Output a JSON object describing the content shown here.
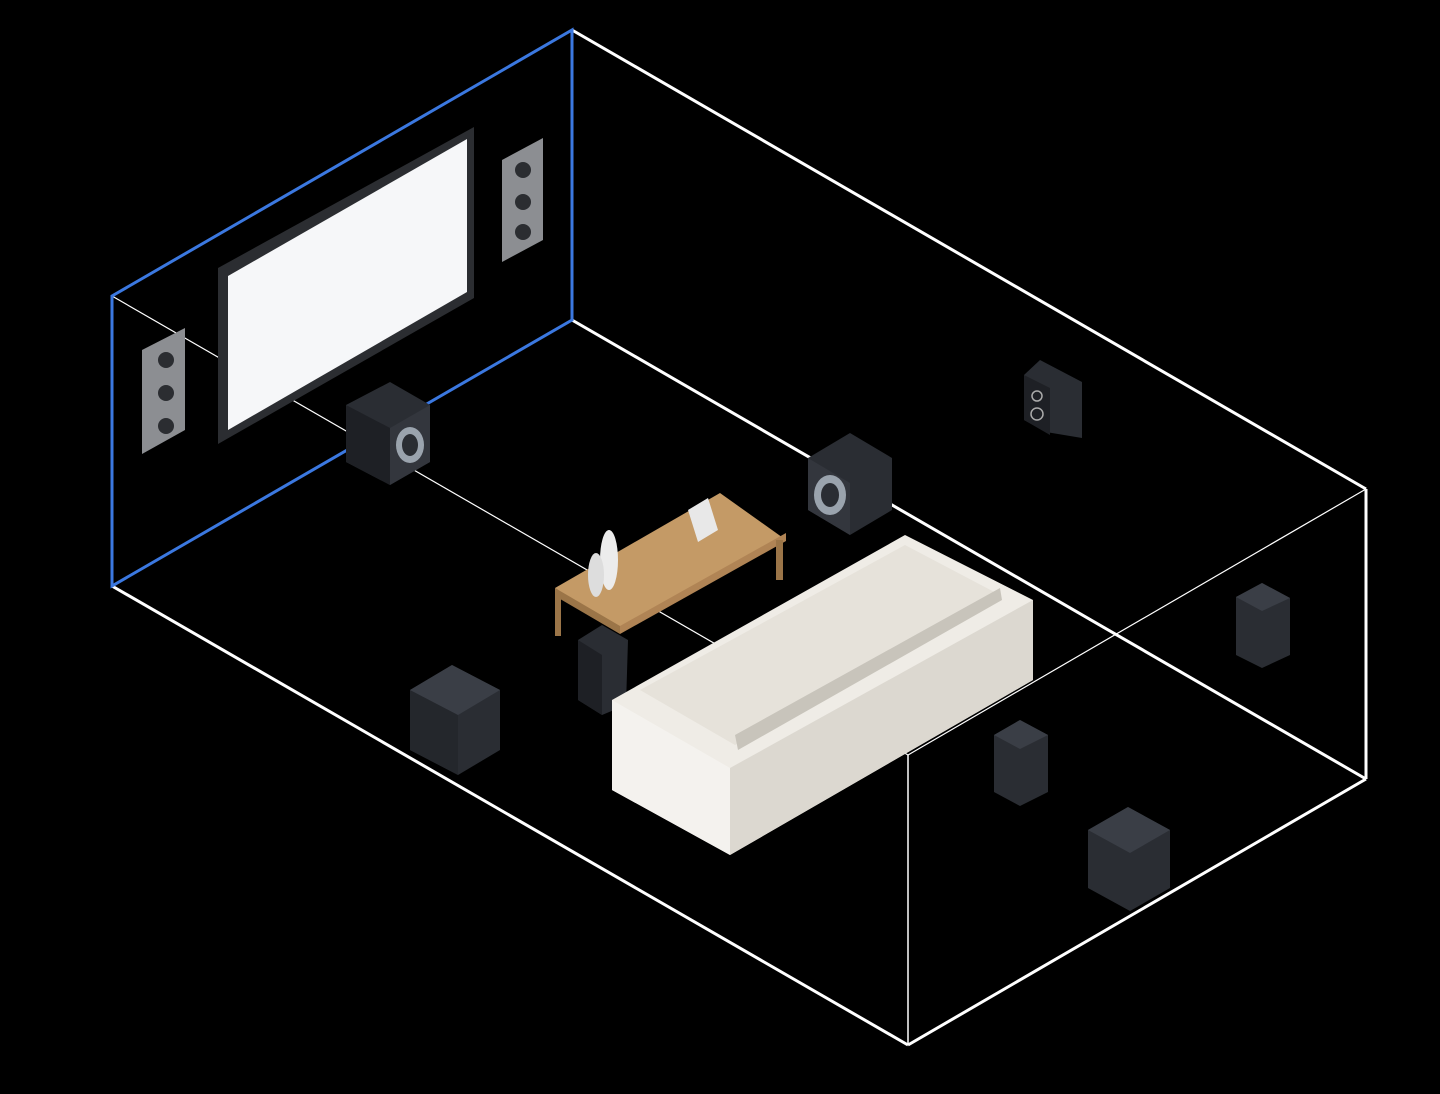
{
  "colors": {
    "background": "#000000",
    "room_edge": "#ffffff",
    "front_wall_highlight": "#3b78e0",
    "speaker_dark": "#2a2d33",
    "speaker_side": "#1e2025",
    "speaker_top": "#3a3e46",
    "screen": "#f6f7f9",
    "screen_frame": "#2b2d31",
    "table": "#c49a66",
    "sofa": "#efece6"
  },
  "scene": {
    "objects": [
      "screen",
      "left-wall-speaker",
      "right-wall-speaker",
      "front-left-speaker",
      "front-right-speaker",
      "rear-height-speaker",
      "coffee-table",
      "sofa",
      "center-speaker",
      "subwoofer",
      "surround-left",
      "surround-right",
      "rear-surround-left",
      "rear-surround-right"
    ]
  }
}
